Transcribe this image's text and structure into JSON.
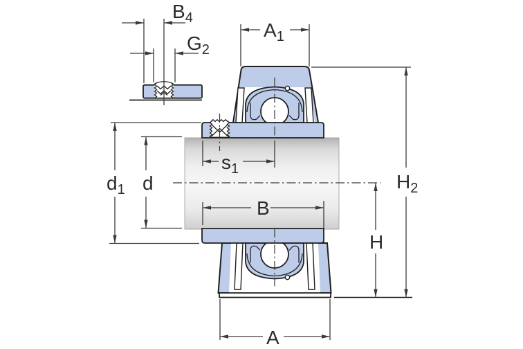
{
  "drawing": {
    "type": "bearing-unit-cross-section",
    "views": {
      "detail_view": "set-screw-collar-side-view",
      "main_view": "plummer-block-unit-front-section"
    },
    "dimension_labels": {
      "b4": {
        "main": "B",
        "sub": "4"
      },
      "g2": {
        "main": "G",
        "sub": "2"
      },
      "a1": {
        "main": "A",
        "sub": "1"
      },
      "s1": {
        "main": "s",
        "sub": "1"
      },
      "d1": {
        "main": "d",
        "sub": "1"
      },
      "d": {
        "main": "d",
        "sub": ""
      },
      "b": {
        "main": "B",
        "sub": ""
      },
      "h": {
        "main": "H",
        "sub": ""
      },
      "h2": {
        "main": "H",
        "sub": "2"
      },
      "a": {
        "main": "A",
        "sub": ""
      }
    },
    "colors": {
      "housing_fill": "#bdcce9",
      "outline": "#1f1f1f",
      "dimension_line": "#3a3a3a",
      "shaft_light": "#f7f7f7",
      "shaft_dark": "#b3b3b3",
      "background": "#ffffff"
    }
  }
}
